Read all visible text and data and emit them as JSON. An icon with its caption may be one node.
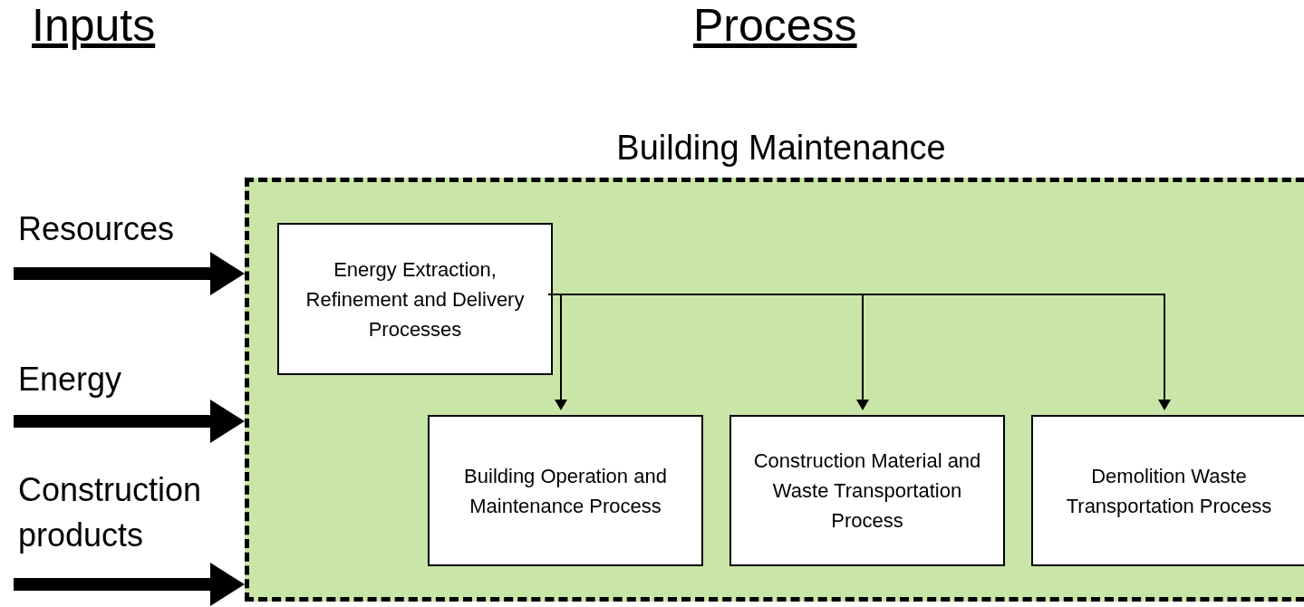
{
  "diagram": {
    "nodes": [
      {
        "text": [
          "Building Maintenance"
        ]
      },
      {
        "text": [
          "Energy Extraction, Refinement and Delivery Processes"
        ],
        "in": 0
      },
      {
        "text": [
          "Building Operation and Maintenance Process"
        ],
        "in": 0
      },
      {
        "text": [
          "Construction Material and Waste Transportation Process"
        ],
        "in": 0
      },
      {
        "text": [
          "Demolition Waste Transportation Process"
        ],
        "in": 0
      }
    ],
    "edges": [
      {
        "from": null,
        "to": 0,
        "arrow": "to",
        "style": "thick",
        "label": "Resources"
      },
      {
        "from": null,
        "to": 0,
        "arrow": "to",
        "style": "thick",
        "label": "Energy"
      },
      {
        "from": null,
        "to": 0,
        "arrow": "to",
        "style": "thick",
        "label": "Construction products"
      },
      {
        "from": 1,
        "to": 2,
        "arrow": "to"
      },
      {
        "from": 1,
        "to": 3,
        "arrow": "to"
      },
      {
        "from": 1,
        "to": 4,
        "arrow": "to"
      }
    ],
    "labels": [
      "Inputs",
      "Process"
    ]
  }
}
